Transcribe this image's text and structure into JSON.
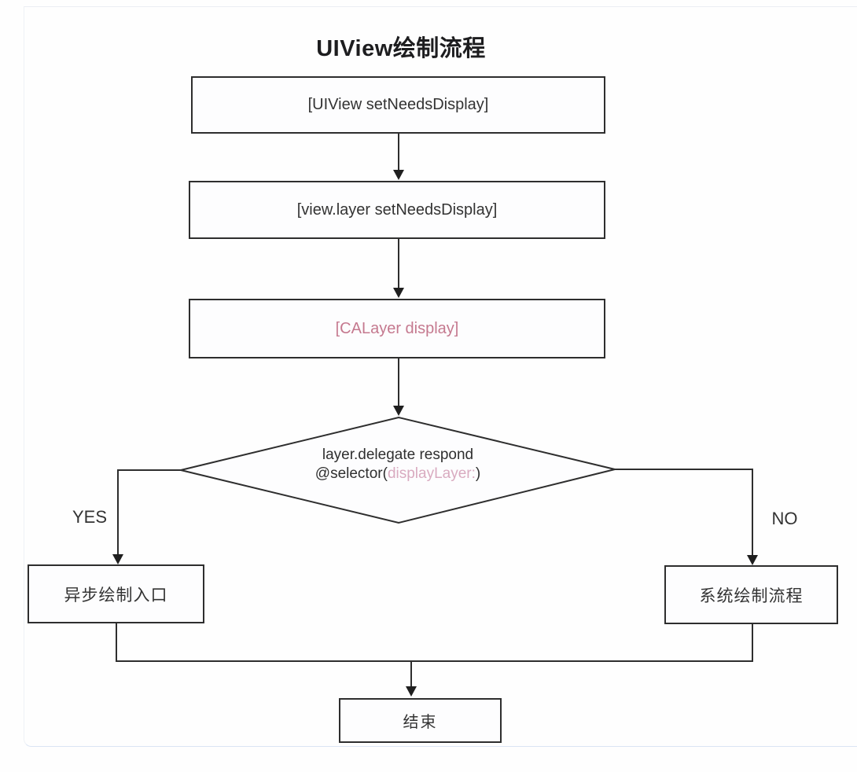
{
  "title": "UIView绘制流程",
  "flowchart": {
    "nodes": {
      "box1": {
        "label": "[UIView setNeedsDisplay]"
      },
      "box2": {
        "label": "[view.layer setNeedsDisplay]"
      },
      "box3": {
        "label": "[CALayer display]"
      },
      "decision": {
        "line1": "layer.delegate respond",
        "line2_prefix": "@selector(",
        "line2_highlight": "displayLayer:",
        "line2_suffix": ")"
      },
      "left_box": {
        "label": "异步绘制入口"
      },
      "right_box": {
        "label": "系统绘制流程"
      },
      "end_box": {
        "label": "结束"
      }
    },
    "branch_labels": {
      "yes": "YES",
      "no": "NO"
    }
  },
  "colors": {
    "line": "#2e2e2e",
    "text": "#333333",
    "highlight_pink": "#c5798f",
    "highlight_pink_light": "#d9abc0",
    "background": "#fdfdfe",
    "card_edge_bottom": "#dbe5f4"
  }
}
